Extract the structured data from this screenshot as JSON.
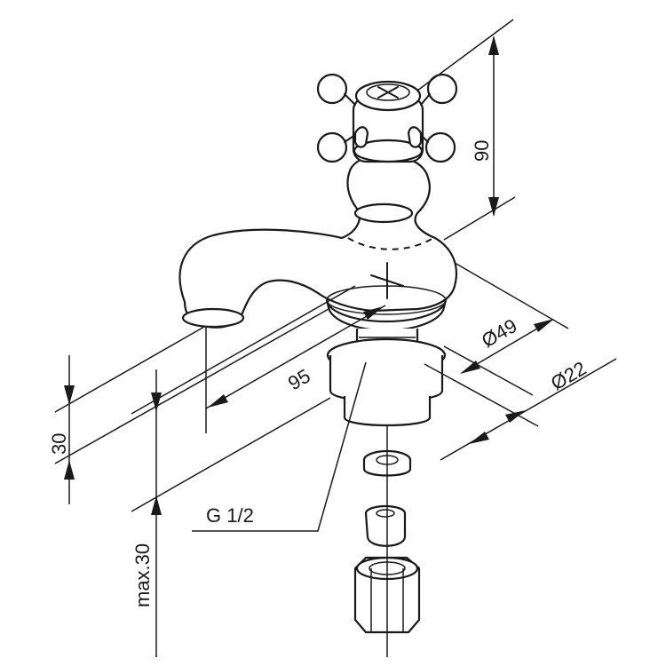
{
  "dimensions": {
    "height_top": "90",
    "body_diameter": "Ø49",
    "base_diameter": "Ø22",
    "spout_reach": "95",
    "spout_height": "30",
    "thread": "G 1/2",
    "max_thickness": "max.30"
  },
  "colors": {
    "line": "#1a1a1a",
    "background": "#ffffff"
  }
}
